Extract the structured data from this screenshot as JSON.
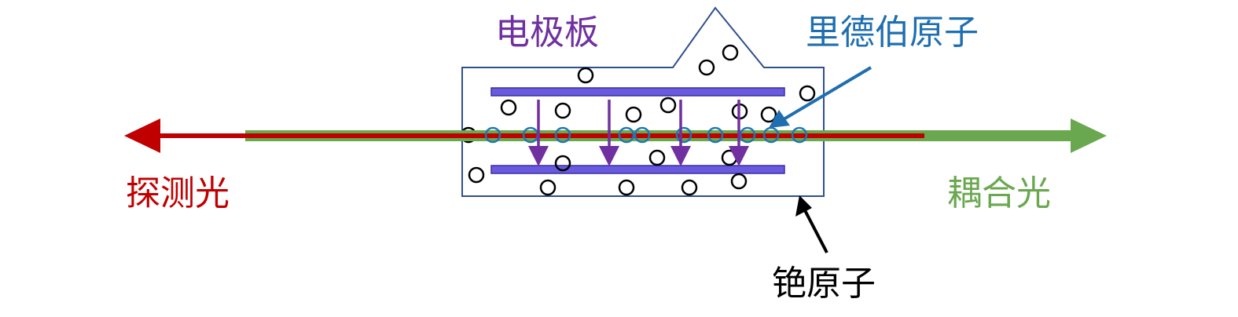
{
  "labels": {
    "electrode_plate": "电极板",
    "rydberg_atom": "里德伯原子",
    "probe_light": "探测光",
    "coupling_light": "耦合光",
    "cesium_atom": "铯原子"
  },
  "colors": {
    "probe": "#c00000",
    "coupling": "#6aa84f",
    "plate": "#6f3cc7",
    "plate_fill": "#6a5ae0",
    "field_arrow": "#7030a0",
    "rydberg": "#1f77b4",
    "cell_outline": "#2f4f8f",
    "atom": "#000000",
    "label_purple": "#7030a0",
    "label_blue": "#1f6fb0",
    "label_red": "#c00000",
    "label_green": "#6aa84f",
    "label_black": "#000000"
  }
}
